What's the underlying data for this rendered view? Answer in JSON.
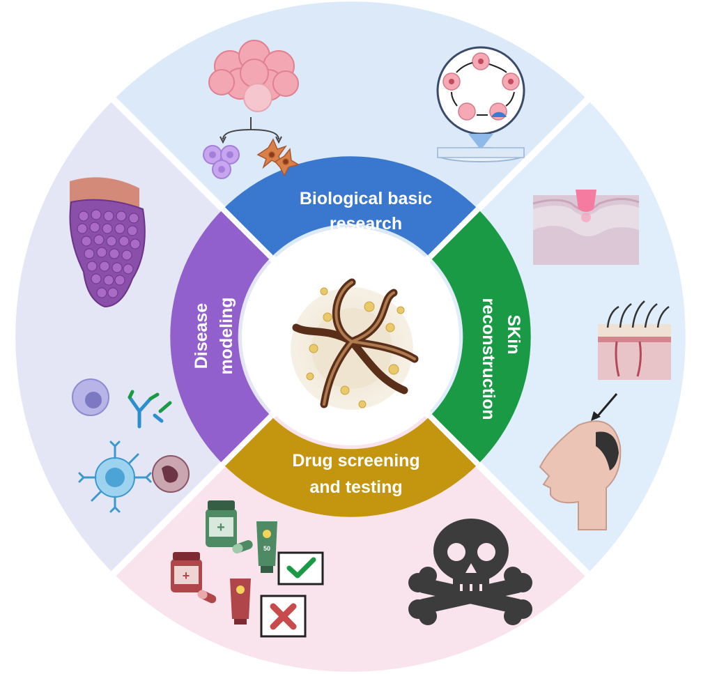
{
  "segments": {
    "top": {
      "line1": "Biological basic",
      "line2": "research",
      "color": "#3a78d0"
    },
    "right": {
      "line1": "SKin",
      "line2": "reconstruction",
      "color": "#1a9a45"
    },
    "bottom": {
      "line1": "Drug screening",
      "line2": "and testing",
      "color": "#c4950f"
    },
    "left": {
      "line1": "Disease",
      "line2": "modeling",
      "color": "#9160cc"
    }
  },
  "outer_colors": {
    "top": "#dbe9f8",
    "right": "#dfeefa",
    "bottom": "#f9e4ee",
    "left": "#e4e6f6"
  },
  "icons": [
    "cell-cluster-icon",
    "differentiation-arrows-icon",
    "stem-cell-icon",
    "fibroblast-icon",
    "cell-cycle-icon",
    "petri-dish-icon",
    "skin-wound-icon",
    "skin-hair-section-icon",
    "bald-head-icon",
    "tumor-tissue-icon",
    "immune-cell-icon",
    "antibody-icon",
    "macrophage-icon",
    "medicine-bottle-icon",
    "pill-icon",
    "sunscreen-tube-icon",
    "check-box-icon",
    "cross-box-icon",
    "skull-crossbones-icon",
    "hair-follicle-organoid-icon"
  ]
}
